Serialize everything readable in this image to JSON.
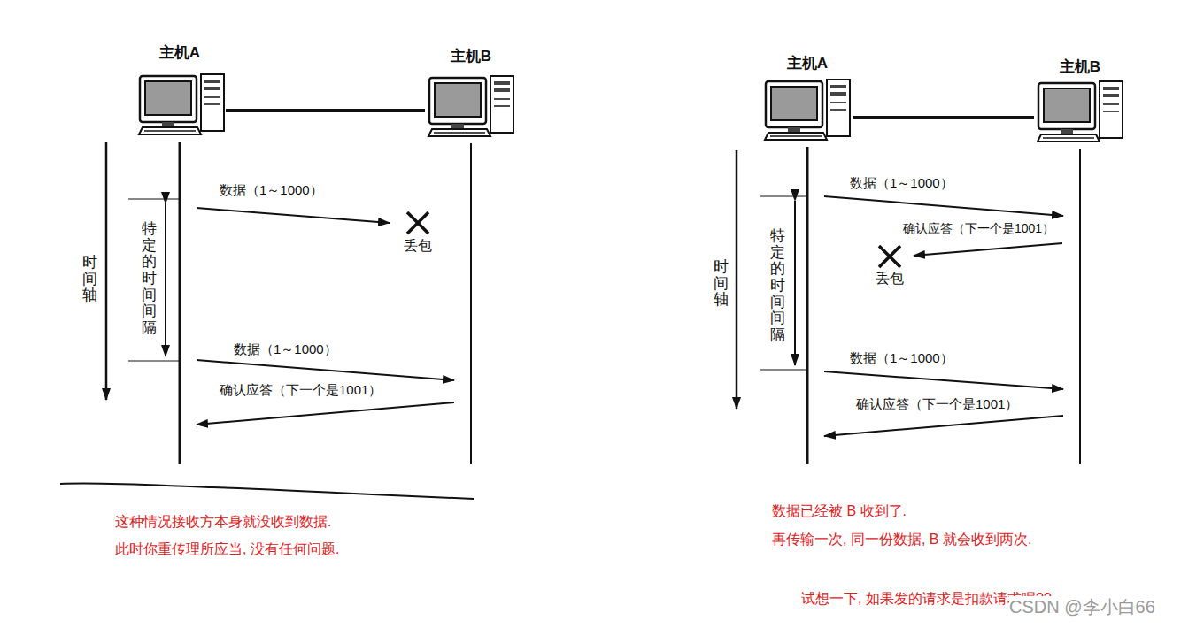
{
  "diagram": {
    "nodes": [
      {
        "text": [
          "主机A"
        ]
      },
      {
        "text": [
          "主机B"
        ]
      },
      {
        "text": [
          "主机A"
        ]
      },
      {
        "text": [
          "主机B"
        ]
      }
    ],
    "edges": [
      {
        "from": 0,
        "to": 1,
        "arrow": "none"
      },
      {
        "from": 0,
        "to": 1,
        "label": "数据（1～1000）",
        "arrow": "to"
      },
      {
        "from": 1,
        "to": 0,
        "label": "确认应答（下一个是1001）",
        "arrow": "to"
      },
      {
        "from": 2,
        "to": 3,
        "arrow": "none"
      },
      {
        "from": 2,
        "to": 3,
        "label": "数据（1～1000）",
        "arrow": "to"
      },
      {
        "from": 2,
        "to": 3,
        "label": "数据（1～1000）",
        "arrow": "to"
      },
      {
        "from": 3,
        "to": 2,
        "label": "确认应答（下一个是1001）",
        "arrow": "to"
      }
    ],
    "labels": [
      "数据（1～1000）",
      "丢包",
      "时间轴",
      "特定的时间间隔",
      "这种情况接收方本身就没收到数据.",
      "此时你重传理所应当, 没有任何问题.",
      "确认应答（下一个是1001）",
      "丢包",
      "时间轴",
      "特定的时间间隔",
      "数据已经被 B 收到了.",
      "再传输一次, 同一份数据, B 就会收到两次.",
      "试想一下, 如果发的请求是扣款请求呢??",
      "CSDN @李小白66"
    ]
  }
}
